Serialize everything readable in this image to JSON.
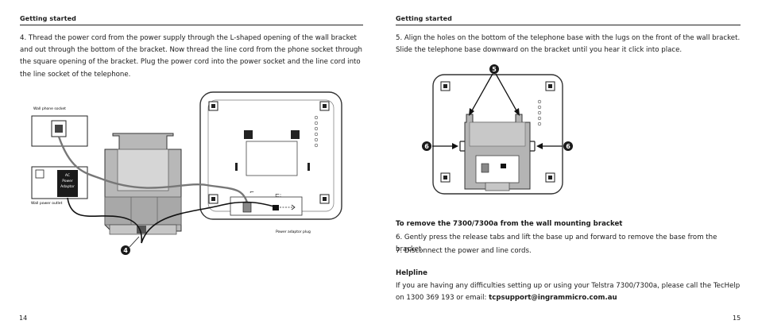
{
  "left_page": {
    "header": "Getting started",
    "step4": "4. Thread the power cord from the power supply through the L-shaped opening of the wall bracket and out through the bottom of the bracket. Now thread the line cord from the phone socket through the square opening of the bracket. Plug the power cord into the power socket and the line cord into the line socket of the telephone.",
    "figure": {
      "wall_phone_socket": "Wall phone socket",
      "adaptor_line1": "AC",
      "adaptor_line2": "Power",
      "adaptor_line3": "Adaptor",
      "wall_power_outlet": "Wall power outlet",
      "power_adaptor_plug": "Power adaptor plug",
      "callout": "4"
    },
    "page_number": "14"
  },
  "right_page": {
    "header": "Getting started",
    "step5": "5. Align the holes on the bottom of the telephone base with the lugs on the front of the wall bracket. Slide the telephone base downward on the bracket until you hear it click into place.",
    "figure": {
      "callout_top": "5",
      "callout_left": "6",
      "callout_right": "6"
    },
    "remove_heading": "To remove the 7300/7300a from the wall mounting bracket",
    "remove_step6": "6. Gently press the release tabs and lift the base up and forward to remove the base from the bracket.",
    "remove_step7": "7. Disconnect the power and line cords.",
    "helpline_heading": "Helpline",
    "helpline_text": "If you are having any difficulties setting up or using your Telstra 7300/7300a, please call the TecHelp on 1300 369 193 or email: ",
    "helpline_email": "tcpsupport@ingrammicro.com.au",
    "page_number": "15"
  }
}
